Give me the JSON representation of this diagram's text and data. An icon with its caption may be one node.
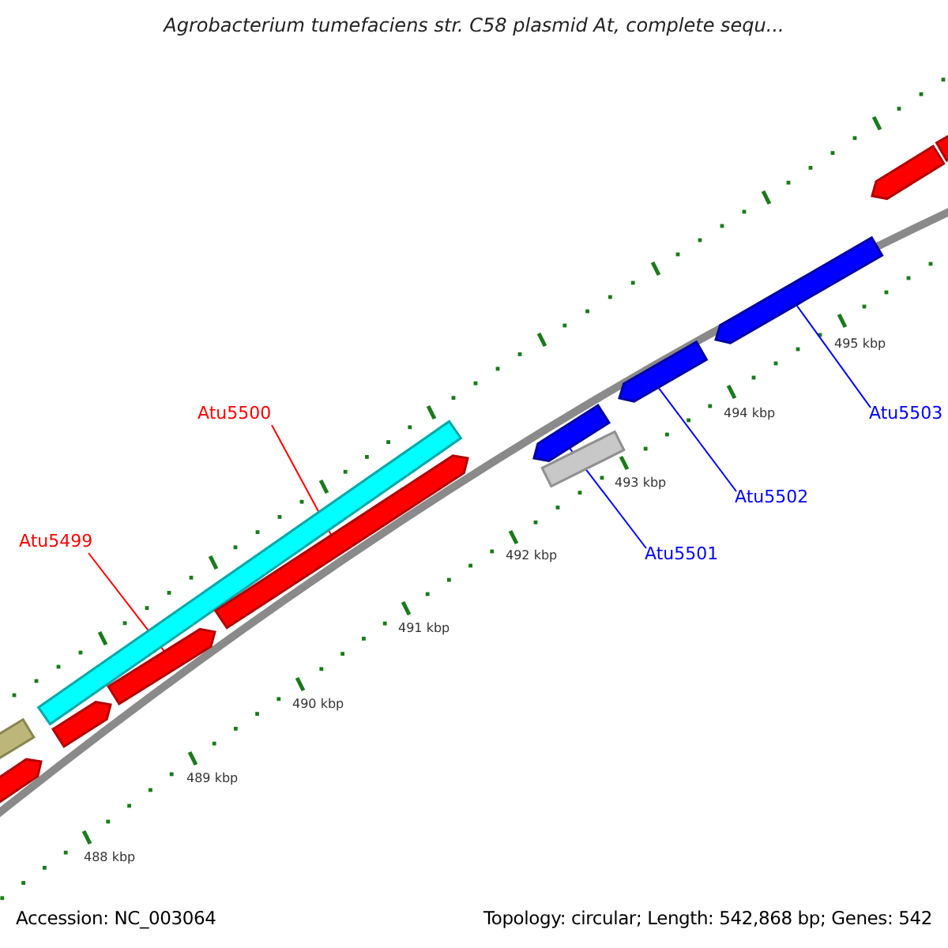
{
  "diagram": {
    "title": "Agrobacterium tumefaciens str. C58 plasmid At, complete sequ...",
    "nodes": [
      {
        "text": [
          "Atu5499"
        ]
      },
      {
        "text": [
          "Atu5500"
        ]
      },
      {
        "text": [
          "Atu5501"
        ]
      },
      {
        "text": [
          "Atu5502"
        ]
      },
      {
        "text": [
          "Atu5503"
        ]
      },
      {
        "text": [],
        "shape": "bar"
      },
      {
        "text": [],
        "shape": "bar"
      },
      {
        "text": [],
        "shape": "bar"
      },
      {
        "text": [],
        "shape": "bar"
      },
      {
        "text": [],
        "shape": "bar"
      },
      {
        "text": [],
        "shape": "bar"
      },
      {
        "text": [],
        "shape": "bar"
      },
      {
        "text": [],
        "shape": "bar"
      },
      {
        "text": [],
        "shape": "bar"
      },
      {
        "text": [],
        "shape": "bar"
      },
      {
        "text": [],
        "shape": "bar"
      },
      {
        "text": [],
        "shape": "bar"
      }
    ],
    "edges": [
      {
        "from": 0,
        "to": 9,
        "arrow": "none",
        "color": "#ff0000"
      },
      {
        "from": 1,
        "to": 10,
        "arrow": "none",
        "color": "#ff0000"
      },
      {
        "from": 2,
        "to": 11,
        "arrow": "none"
      },
      {
        "from": 3,
        "to": 13,
        "arrow": "none"
      },
      {
        "from": 4,
        "to": 14,
        "arrow": "none"
      }
    ],
    "labels": [
      "488 kbp",
      "489 kbp",
      "490 kbp",
      "491 kbp",
      "492 kbp",
      "493 kbp",
      "494 kbp",
      "495 kbp",
      "Accession: NC_003064",
      "Topology: circular; Length: 542,868 bp; Genes: 542"
    ]
  }
}
